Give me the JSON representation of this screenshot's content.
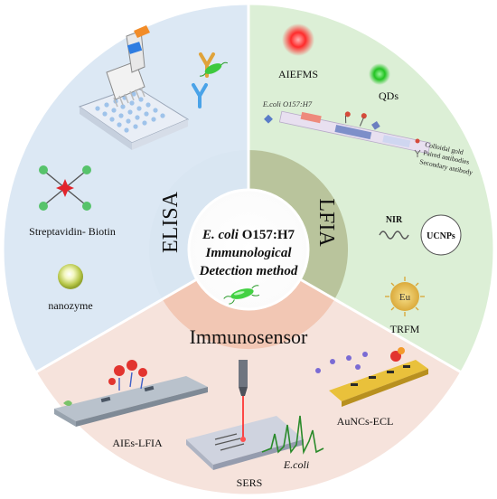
{
  "center": {
    "line1_italic": "E. coli",
    "line1_rest": " O157:H7",
    "line2": "Immunological",
    "line3": "Detection method"
  },
  "segments": {
    "elisa": "ELISA",
    "lfia": "LFIA",
    "immunosensor": "Immunosensor"
  },
  "elisa_labels": {
    "streptavidin": "Streptavidin- Biotin",
    "nanozyme": "nanozyme"
  },
  "lfia_labels": {
    "aiefms": "AIEFMS",
    "qds": "QDs",
    "strip_title": "E.coli O157:H7",
    "legend": [
      "Colloidal gold",
      "Paired antibodies",
      "Secondary antibody"
    ],
    "nir": "NIR",
    "ucnps": "UCNPs",
    "eu": "Eu",
    "trfm": "TRFM"
  },
  "immunosensor_labels": {
    "aies_lfia": "AIEs-LFIA",
    "aunc_ecl": "AuNCs-ECL",
    "sers": "SERS",
    "ecoli": "E.coli"
  },
  "colors": {
    "elisa_bg": "#dce8f4",
    "lfia_bg": "#dcefd6",
    "immuno_bg": "#f6e3dc",
    "elisa_ring": "#d9e6f2",
    "lfia_ring": "#b9c49c",
    "immuno_ring": "#f2c7b4"
  }
}
